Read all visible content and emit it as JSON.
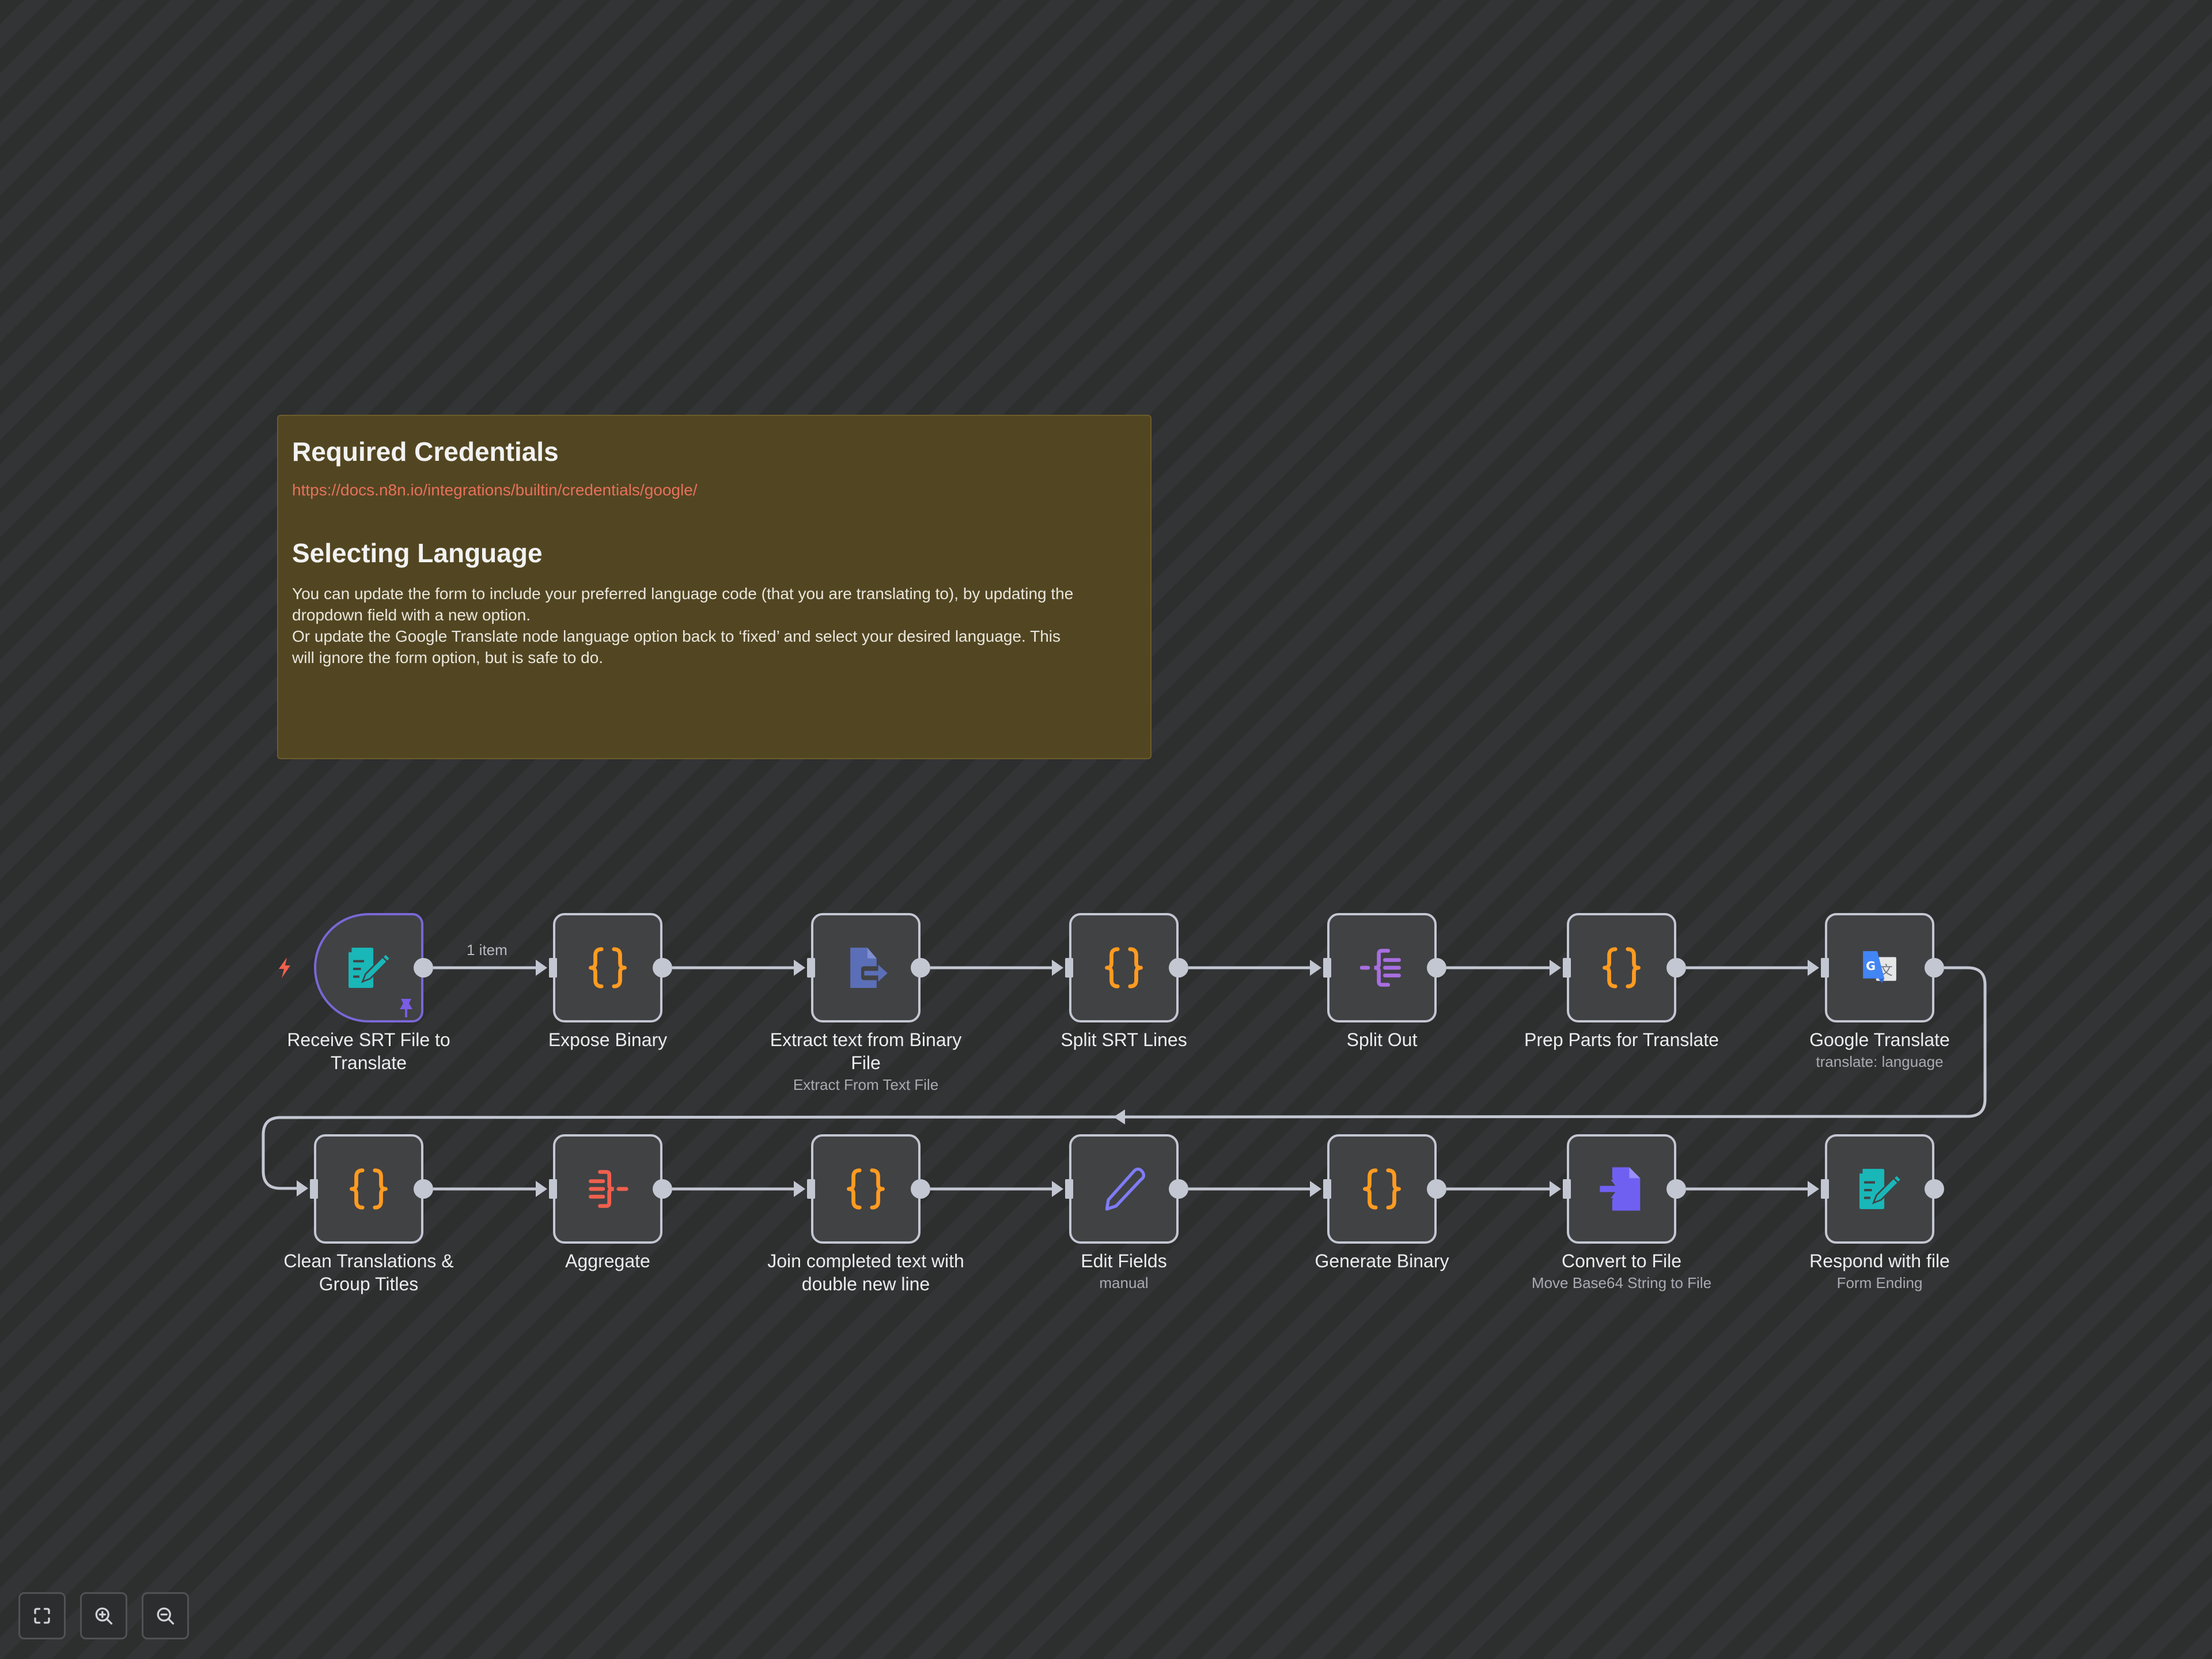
{
  "note": {
    "heading1": "Required Credentials",
    "link": "https://docs.n8n.io/integrations/builtin/credentials/google/",
    "heading2": "Selecting Language",
    "paragraph_lines": [
      "You can update the form to include your preferred language code (that you are translating to), by updating the",
      "dropdown field with a new option.",
      "Or update the Google Translate node language option back to ‘fixed’ and select your desired language. This",
      "will ignore the form option, but is safe to do."
    ]
  },
  "edge_labels": {
    "trigger_to_expose": "1 item"
  },
  "colors": {
    "code_orange": "#ff9b21",
    "form_teal": "#1ab7b8",
    "trigger_border": "#7a67d6",
    "extract_blue": "#5b6fb8",
    "split_purple": "#a86ee0",
    "aggregate_red": "#f0604d",
    "edit_purple": "#7f7cf6",
    "convert_purple": "#7060f2",
    "link_color": "#e8705a",
    "note_bg": "#524622"
  },
  "nodes": [
    {
      "id": "receive",
      "name": "Receive SRT File to Translate",
      "name_lines": [
        "Receive SRT File to",
        "Translate"
      ],
      "subtitle": "",
      "icon": "form-icon",
      "trigger": true,
      "pinned": true
    },
    {
      "id": "expose",
      "name": "Expose Binary",
      "name_lines": [
        "Expose Binary"
      ],
      "subtitle": "",
      "icon": "code-icon"
    },
    {
      "id": "extract",
      "name": "Extract text from Binary File",
      "name_lines": [
        "Extract text from Binary",
        "File"
      ],
      "subtitle": "Extract From Text File",
      "icon": "extract-file-icon"
    },
    {
      "id": "splitsrt",
      "name": "Split SRT Lines",
      "name_lines": [
        "Split SRT Lines"
      ],
      "subtitle": "",
      "icon": "code-icon"
    },
    {
      "id": "splitout",
      "name": "Split Out",
      "name_lines": [
        "Split Out"
      ],
      "subtitle": "",
      "icon": "split-out-icon"
    },
    {
      "id": "prep",
      "name": "Prep Parts for Translate",
      "name_lines": [
        "Prep Parts for Translate"
      ],
      "subtitle": "",
      "icon": "code-icon"
    },
    {
      "id": "gtranslate",
      "name": "Google Translate",
      "name_lines": [
        "Google Translate"
      ],
      "subtitle": "translate: language",
      "icon": "google-translate-icon"
    },
    {
      "id": "clean",
      "name": "Clean Translations & Group Titles",
      "name_lines": [
        "Clean Translations &",
        "Group Titles"
      ],
      "subtitle": "",
      "icon": "code-icon"
    },
    {
      "id": "aggregate",
      "name": "Aggregate",
      "name_lines": [
        "Aggregate"
      ],
      "subtitle": "",
      "icon": "aggregate-icon"
    },
    {
      "id": "join",
      "name": "Join completed text with double new line",
      "name_lines": [
        "Join completed text with",
        "double new line"
      ],
      "subtitle": "",
      "icon": "code-icon"
    },
    {
      "id": "edit",
      "name": "Edit Fields",
      "name_lines": [
        "Edit Fields"
      ],
      "subtitle": "manual",
      "icon": "pencil-icon"
    },
    {
      "id": "genbinary",
      "name": "Generate Binary",
      "name_lines": [
        "Generate Binary"
      ],
      "subtitle": "",
      "icon": "code-icon"
    },
    {
      "id": "convert",
      "name": "Convert to File",
      "name_lines": [
        "Convert to File"
      ],
      "subtitle": "Move Base64 String to File",
      "icon": "convert-file-icon"
    },
    {
      "id": "respond",
      "name": "Respond with file",
      "name_lines": [
        "Respond with file"
      ],
      "subtitle": "Form Ending",
      "icon": "form-icon"
    }
  ],
  "controls": [
    {
      "id": "fit",
      "icon": "fit-view-icon",
      "label": "Fit view"
    },
    {
      "id": "zoom-in",
      "icon": "zoom-in-icon",
      "label": "Zoom in"
    },
    {
      "id": "zoom-out",
      "icon": "zoom-out-icon",
      "label": "Zoom out"
    }
  ]
}
